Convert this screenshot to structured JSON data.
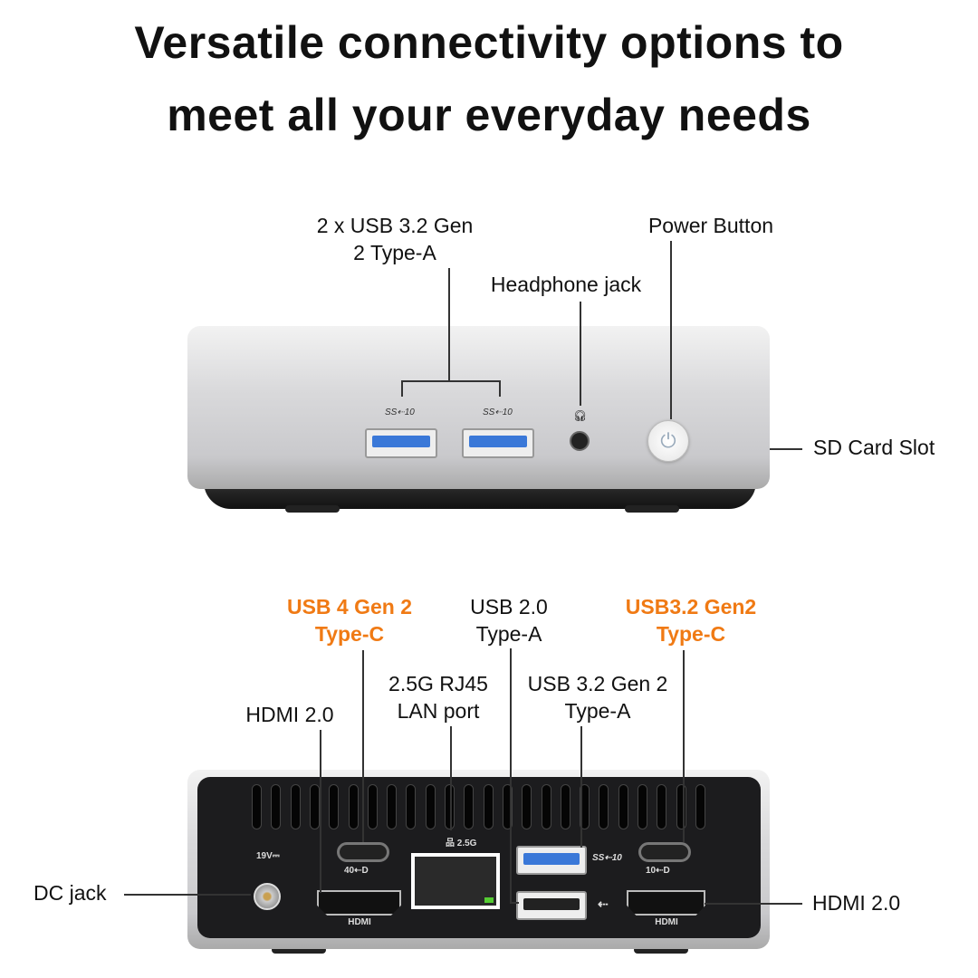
{
  "title": {
    "line1": "Versatile connectivity options to",
    "line2": "meet all your everyday needs"
  },
  "front": {
    "usb_label_1": "2 x USB 3.2 Gen",
    "usb_label_2": "2 Type-A",
    "headphone_label": "Headphone jack",
    "power_label": "Power Button",
    "sd_label": "SD Card Slot",
    "usb_marking": "SS⇠10"
  },
  "back": {
    "hdmi_left": "HDMI 2.0",
    "usb4_1": "USB 4 Gen 2",
    "usb4_2": "Type-C",
    "rj45_1": "2.5G RJ45",
    "rj45_2": "LAN port",
    "usb20_1": "USB 2.0",
    "usb20_2": "Type-A",
    "usb32a_1": "USB 3.2 Gen 2",
    "usb32a_2": "Type-A",
    "usb32c_1": "USB3.2 Gen2",
    "usb32c_2": "Type-C",
    "dc_label": "DC jack",
    "hdmi_right": "HDMI 2.0",
    "hdmi_marking": "HDMI",
    "dc_marking": "19V⎓",
    "lan_marking": "2.5G",
    "usbc_left_marking": "40⇠D",
    "usbc_right_marking": "10⇠D",
    "usb32_marking": "SS⇠10",
    "usb20_marking": "⇠"
  },
  "colors": {
    "accent": "#f07a14",
    "usb3_blue": "#3a78d8"
  }
}
